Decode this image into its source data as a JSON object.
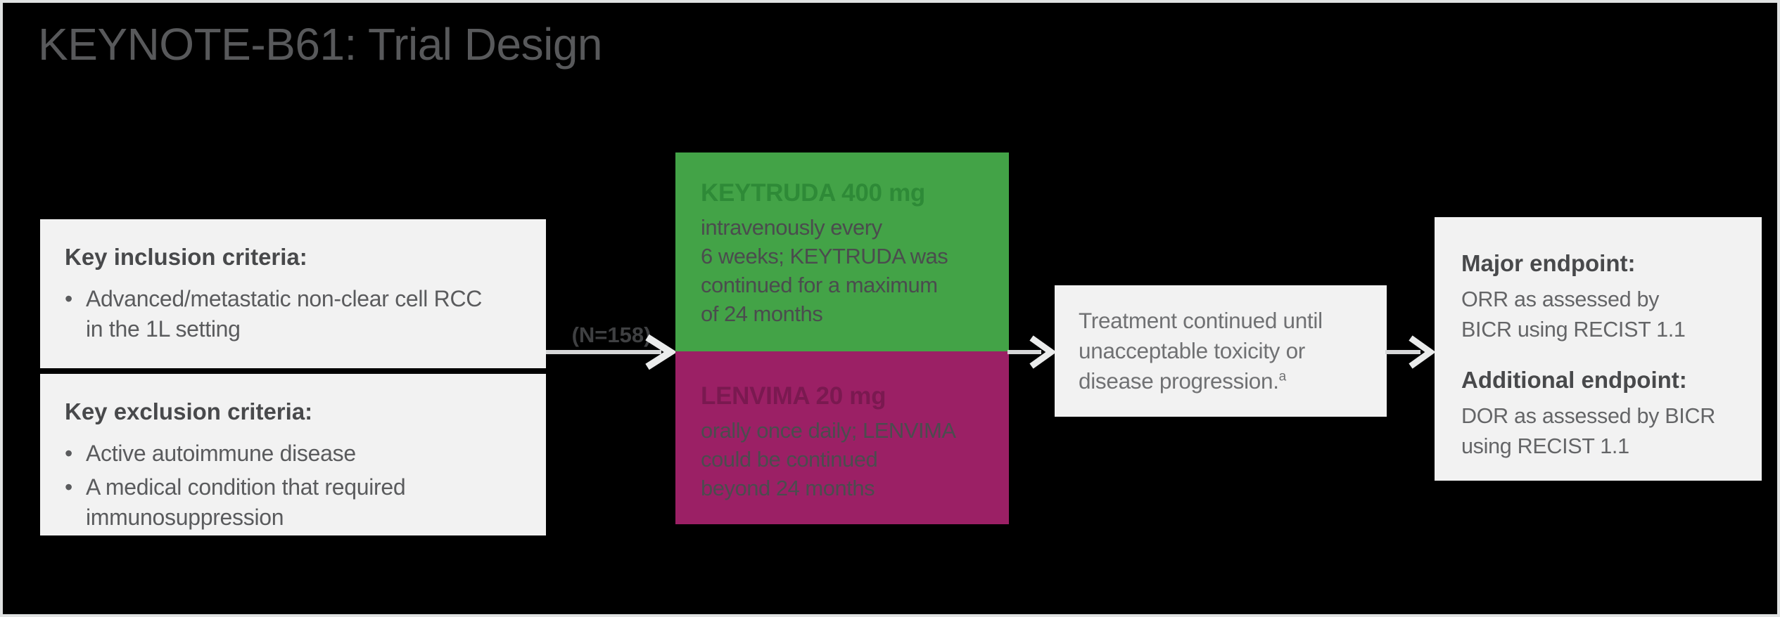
{
  "title": "KEYNOTE-B61: Trial Design",
  "bullet_char": "•",
  "inclusion": {
    "heading": "Key inclusion criteria:",
    "bullets": [
      "Advanced/metastatic non-clear cell RCC\nin the 1L setting"
    ]
  },
  "exclusion": {
    "heading": "Key exclusion criteria:",
    "bullets": [
      "Active autoimmune disease",
      "A medical condition that required\nimmunosuppression"
    ]
  },
  "enrollment": {
    "label": "(N=158)"
  },
  "arms": {
    "keytruda": {
      "drug_line": "KEYTRUDA 400 mg",
      "description": "intravenously every\n6 weeks; KEYTRUDA was\ncontinued for a maximum\nof 24 months"
    },
    "lenvima": {
      "drug_line": "LENVIMA 20 mg",
      "description": "orally once daily; LENVIMA\ncould be continued\nbeyond 24 months"
    }
  },
  "treatment": {
    "text": "Treatment continued until\nunacceptable toxicity or\ndisease progression.",
    "footnote_marker": "a"
  },
  "endpoints": {
    "major_heading": "Major endpoint:",
    "major_text": "ORR as assessed by\nBICR using RECIST 1.1",
    "additional_heading": "Additional endpoint:",
    "additional_text": "DOR as assessed by BICR\nusing RECIST 1.1"
  },
  "colors": {
    "background": "#000000",
    "frame_border": "#e0e2e2",
    "card_background": "#f2f2f2",
    "keytruda_green": "#43a347",
    "keytruda_drug_text": "#2e8a37",
    "lenvima_magenta": "#9b2065",
    "lenvima_drug_text": "#7a1950",
    "title_gray": "#58595b",
    "body_gray": "#5a5b5d",
    "arrow_gray": "#d6d7d8"
  }
}
